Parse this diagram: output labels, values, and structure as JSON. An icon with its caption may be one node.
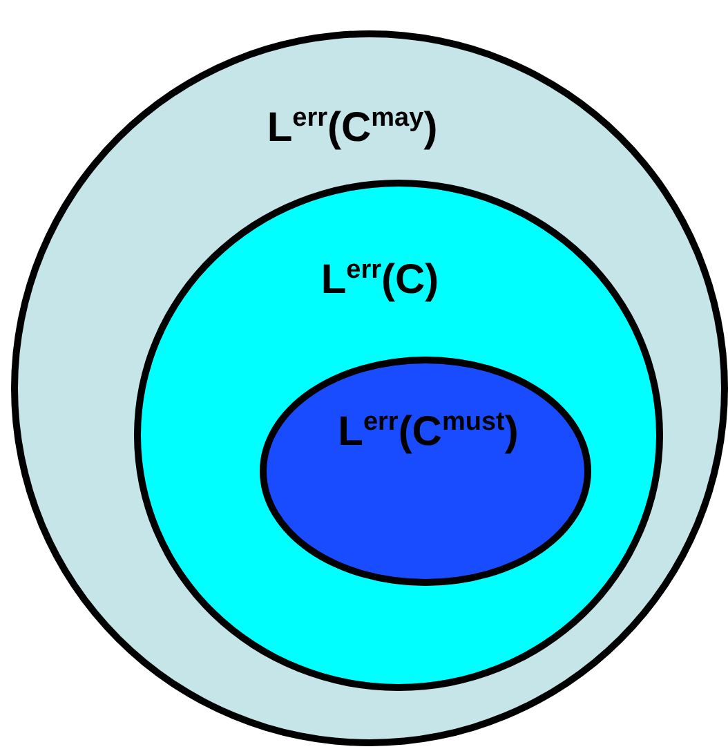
{
  "diagram": {
    "nodes": [
      {
        "text": [
          "L$^{err}$(C$^{may}$)"
        ]
      },
      {
        "text": [
          "L$^{err}$(C)"
        ],
        "in": 0
      },
      {
        "text": [
          "L$^{err}$(C$^{must}$)"
        ],
        "in": 1
      }
    ]
  }
}
